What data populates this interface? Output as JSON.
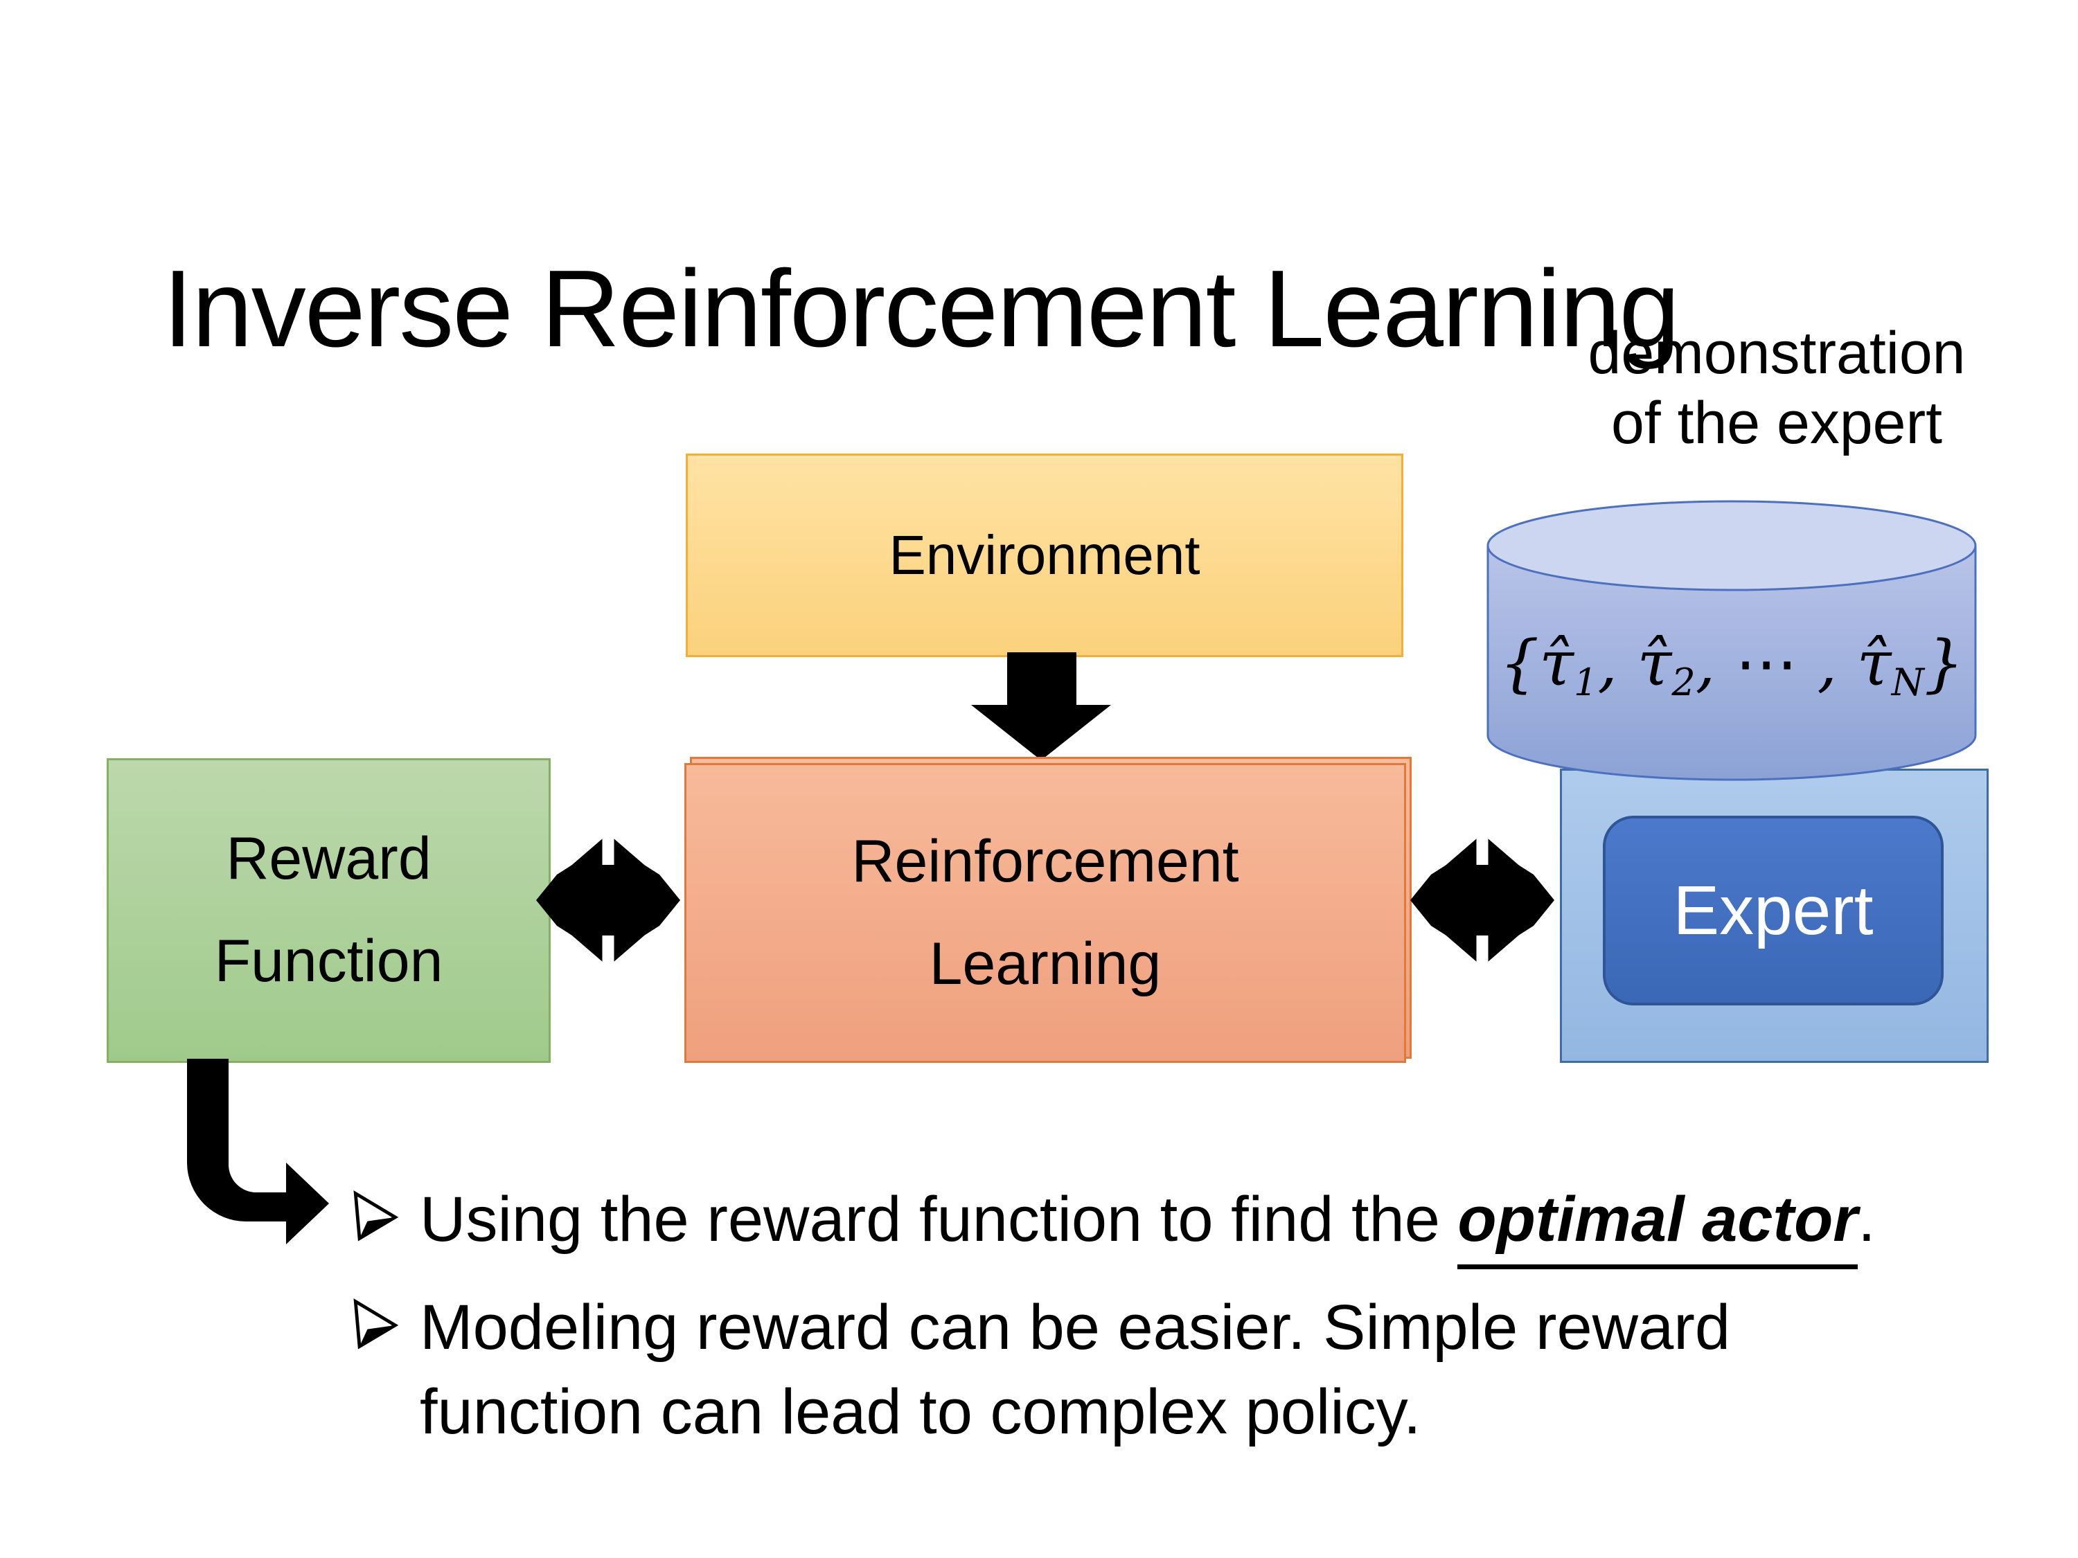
{
  "slide": {
    "title": "Inverse Reinforcement Learning"
  },
  "annotation": {
    "lines": [
      "demonstration",
      "of the expert"
    ]
  },
  "boxes": {
    "environment": {
      "label": "Environment"
    },
    "reward_function": {
      "lines": [
        "Reward",
        "Function"
      ]
    },
    "reinforcement_learning": {
      "lines": [
        "Reinforcement",
        "Learning"
      ]
    },
    "expert": {
      "label": "Expert"
    }
  },
  "cylinder": {
    "formula": {
      "open": "{",
      "tau": "τ̂",
      "sub_1": "1",
      "sep_1": ", ",
      "sub_2": "2",
      "sep_2": ", ",
      "cdots": "⋯",
      "sep_3": " , ",
      "sub_n": "N",
      "close": "}"
    }
  },
  "bullets": [
    {
      "marker_icon": "arrowhead-bullet-icon",
      "prefix": "Using the reward function to find the ",
      "emphasis": "optimal actor",
      "suffix": "."
    },
    {
      "marker_icon": "arrowhead-bullet-icon",
      "lines": [
        "Modeling reward can be easier. Simple reward",
        "function can lead to complex policy."
      ]
    }
  ],
  "arrows": {
    "env_to_rl": {
      "type": "block-down-arrow",
      "color": "#000000"
    },
    "reward_rl_link": {
      "type": "double-arrow-cluster",
      "color": "#000000"
    },
    "rl_expert_link": {
      "type": "double-arrow-cluster",
      "color": "#000000"
    },
    "reward_to_bullets": {
      "type": "elbow-arrow",
      "color": "#000000"
    }
  },
  "theme": {
    "slide_bg": "#FFFFFF",
    "env_fill_top": "#FFE3A4",
    "env_fill_bottom": "#FBD17C",
    "env_border": "#F0AF3A",
    "reward_fill_top": "#BCD8AC",
    "reward_fill_bottom": "#A0CA8C",
    "reward_border": "#85AF63",
    "rl_fill_top": "#F7BA9A",
    "rl_fill_bottom": "#EFA07E",
    "rl_border": "#E1793B",
    "container_fill_top": "#AFCBEC",
    "container_fill_bottom": "#93B7E2",
    "container_border": "#3D6DA4",
    "expert_fill_top": "#4C79CB",
    "expert_fill_bottom": "#3B67B7",
    "expert_border": "#2F5597",
    "cylinder_body_top": "#B9C4E8",
    "cylinder_body_bottom": "#8CA2D6",
    "cylinder_top_fill": "#CCD6F1",
    "cylinder_stroke": "#4C70BE",
    "arrow_color": "#000000",
    "text_color": "#000000"
  }
}
